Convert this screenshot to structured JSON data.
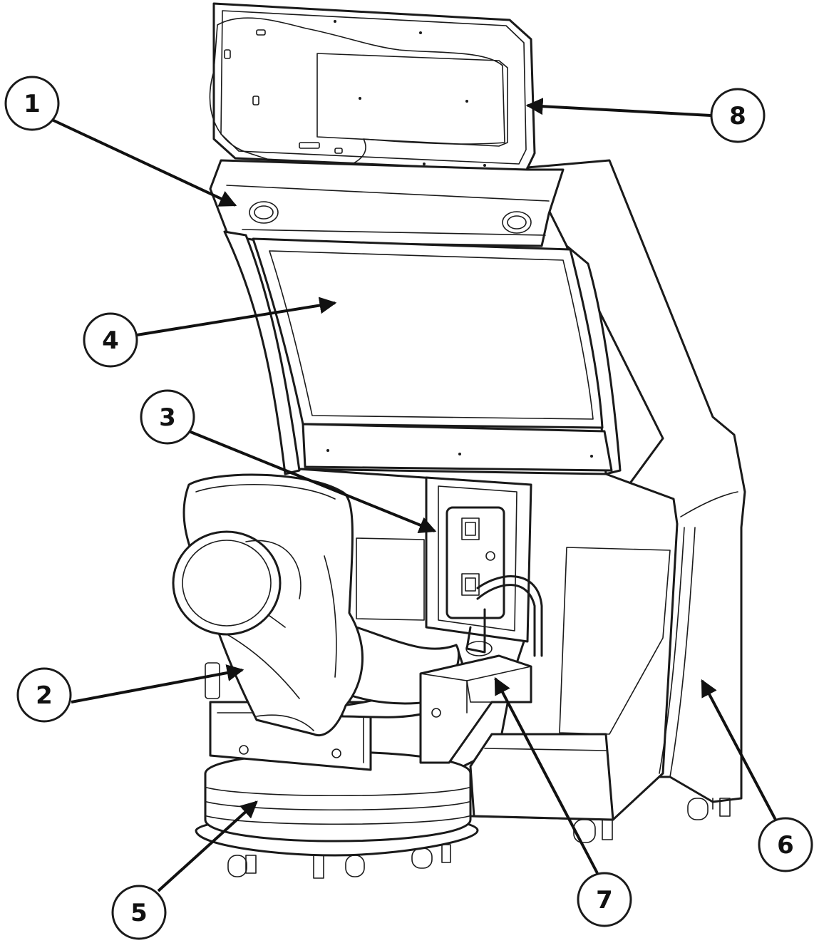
{
  "diagram": {
    "subject": "arcade-driving-cabinet",
    "callouts": [
      {
        "id": "callout-1",
        "label": "1",
        "points_to": "speakers"
      },
      {
        "id": "callout-2",
        "label": "2",
        "points_to": "seat"
      },
      {
        "id": "callout-3",
        "label": "3",
        "points_to": "coin-door"
      },
      {
        "id": "callout-4",
        "label": "4",
        "points_to": "monitor"
      },
      {
        "id": "callout-5",
        "label": "5",
        "points_to": "seat-base"
      },
      {
        "id": "callout-6",
        "label": "6",
        "points_to": "cabinet-side"
      },
      {
        "id": "callout-7",
        "label": "7",
        "points_to": "joystick-console"
      },
      {
        "id": "callout-8",
        "label": "8",
        "points_to": "marquee"
      }
    ]
  },
  "colors": {
    "line": "#1a1a1a",
    "background": "#ffffff"
  }
}
